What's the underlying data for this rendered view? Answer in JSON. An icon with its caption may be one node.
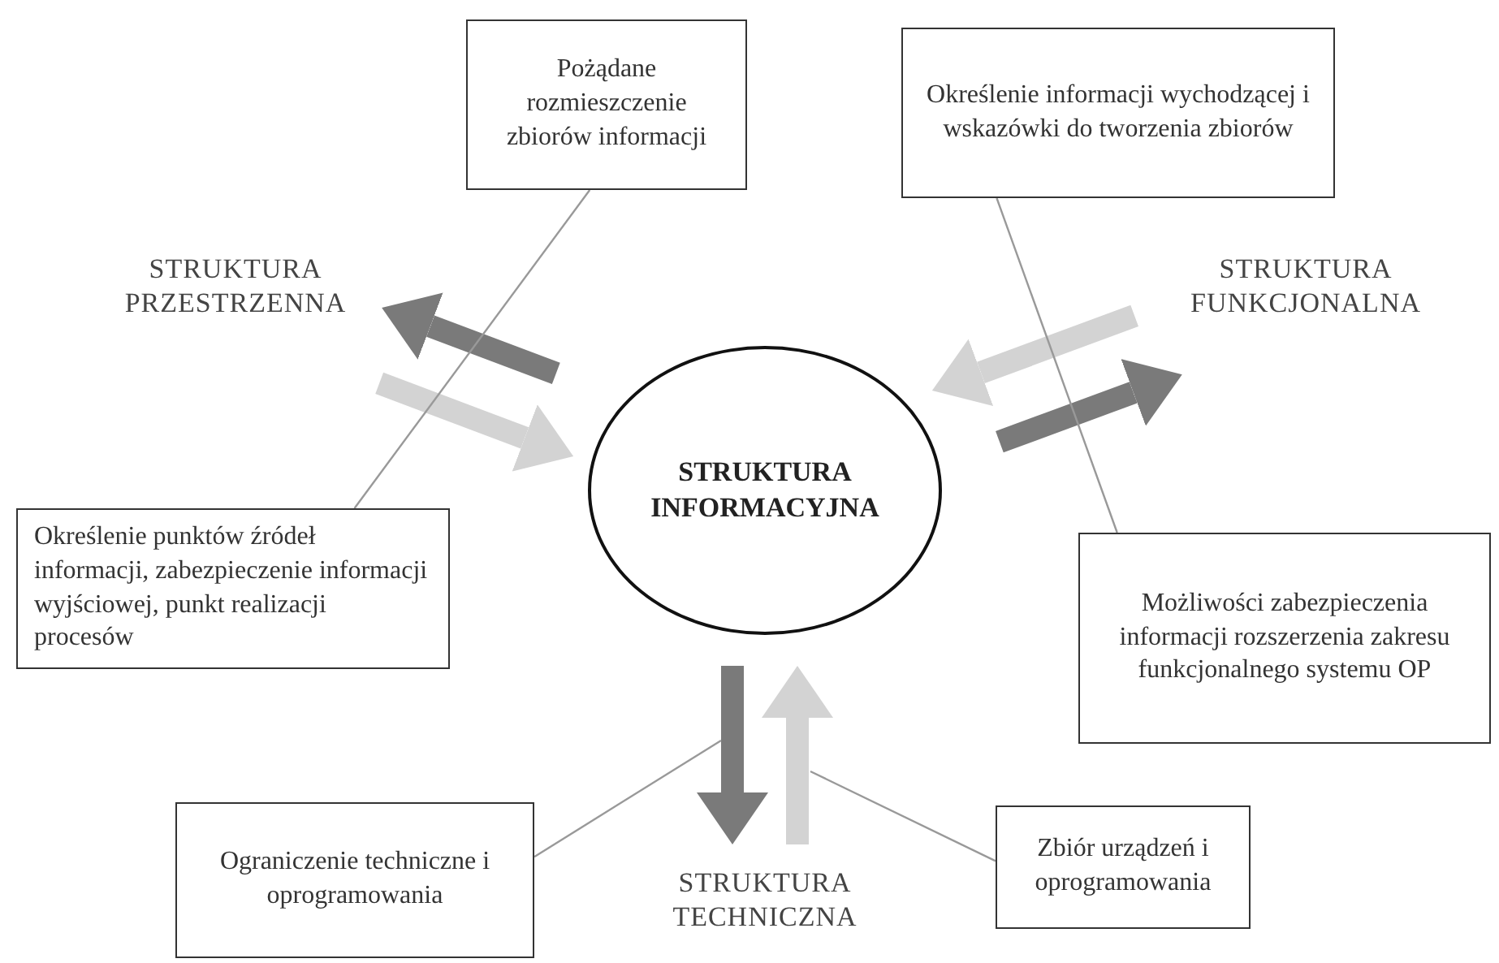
{
  "diagram": {
    "nodes": [
      {
        "text": [
          "STRUKTURA INFORMACYJNA"
        ]
      },
      {
        "text": [
          "Pożądane rozmieszczenie zbiorów informacji"
        ]
      },
      {
        "text": [
          "Określenie informacji wychodzącej i wskazówki do tworzenia zbiorów"
        ]
      },
      {
        "text": [
          "STRUKTURA PRZESTRZENNA"
        ]
      },
      {
        "text": [
          "STRUKTURA FUNKCJONALNA"
        ]
      },
      {
        "text": [
          "Określenie punktów źródeł informacji, zabezpieczenie informacji wyjściowej, punkt realizacji procesów"
        ]
      },
      {
        "text": [
          "Możliwości zabezpieczenia informacji rozszerzenia zakresu funkcjonalnego systemu OP"
        ]
      },
      {
        "text": [
          "Ograniczenie techniczne i oprogramowania"
        ]
      },
      {
        "text": [
          "STRUKTURA TECHNICZNA"
        ]
      },
      {
        "text": [
          "Zbiór urządzeń i oprogramowania"
        ]
      }
    ],
    "edges": [
      {
        "from": 0,
        "to": 3,
        "arrow": "to",
        "color": "#7a7a7a"
      },
      {
        "from": 3,
        "to": 0,
        "arrow": "to",
        "color": "#d3d3d3"
      },
      {
        "from": 4,
        "to": 0,
        "arrow": "to",
        "color": "#d3d3d3"
      },
      {
        "from": 0,
        "to": 4,
        "arrow": "to",
        "color": "#7a7a7a"
      },
      {
        "from": 0,
        "to": 8,
        "arrow": "to",
        "color": "#7a7a7a"
      },
      {
        "from": 8,
        "to": 0,
        "arrow": "to",
        "color": "#d3d3d3"
      },
      {
        "from": 1,
        "to": 5,
        "arrow": "none",
        "color": "#999999"
      },
      {
        "from": 2,
        "to": 6,
        "arrow": "none",
        "color": "#999999"
      },
      {
        "from": 7,
        "to": null,
        "arrow": "none",
        "color": "#999999"
      },
      {
        "from": 9,
        "to": null,
        "arrow": "none",
        "color": "#999999"
      }
    ]
  }
}
